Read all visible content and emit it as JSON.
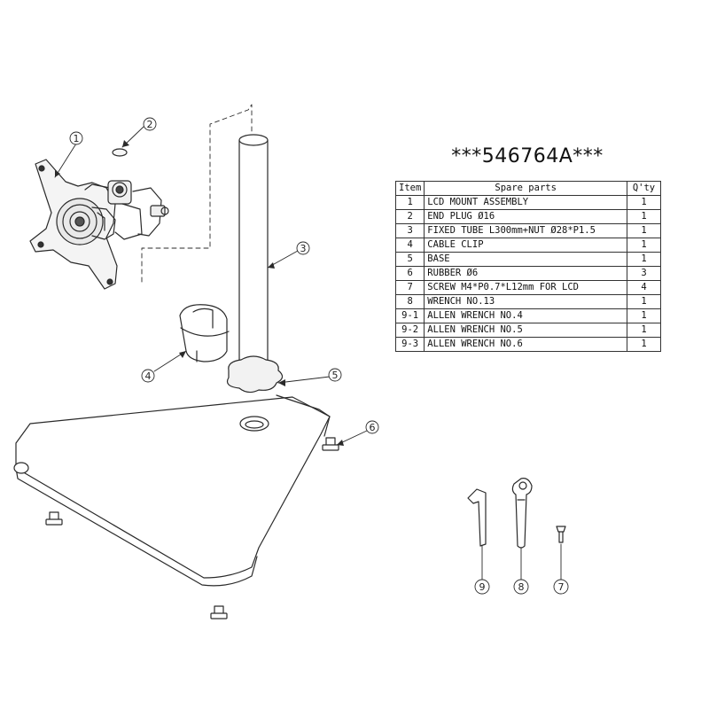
{
  "part_code": "***546764A***",
  "table": {
    "headers": {
      "item": "Item",
      "spare_parts": "Spare parts",
      "qty": "Q'ty"
    },
    "rows": [
      {
        "item": "1",
        "name": "LCD MOUNT ASSEMBLY",
        "qty": "1"
      },
      {
        "item": "2",
        "name": "END PLUG Ø16",
        "qty": "1"
      },
      {
        "item": "3",
        "name": "FIXED TUBE L300mm+NUT Ø28*P1.5",
        "qty": "1"
      },
      {
        "item": "4",
        "name": "CABLE CLIP",
        "qty": "1"
      },
      {
        "item": "5",
        "name": "BASE",
        "qty": "1"
      },
      {
        "item": "6",
        "name": "RUBBER Ø6",
        "qty": "3"
      },
      {
        "item": "7",
        "name": "SCREW M4*P0.7*L12mm FOR LCD",
        "qty": "4"
      },
      {
        "item": "8",
        "name": "WRENCH NO.13",
        "qty": "1"
      },
      {
        "item": "9-1",
        "name": "ALLEN WRENCH NO.4",
        "qty": "1"
      },
      {
        "item": "9-2",
        "name": "ALLEN WRENCH NO.5",
        "qty": "1"
      },
      {
        "item": "9-3",
        "name": "ALLEN WRENCH NO.6",
        "qty": "1"
      }
    ]
  },
  "callouts": {
    "c1": "1",
    "c2": "2",
    "c3": "3",
    "c4": "4",
    "c5": "5",
    "c6": "6",
    "c7": "7",
    "c8": "8",
    "c9": "9"
  }
}
